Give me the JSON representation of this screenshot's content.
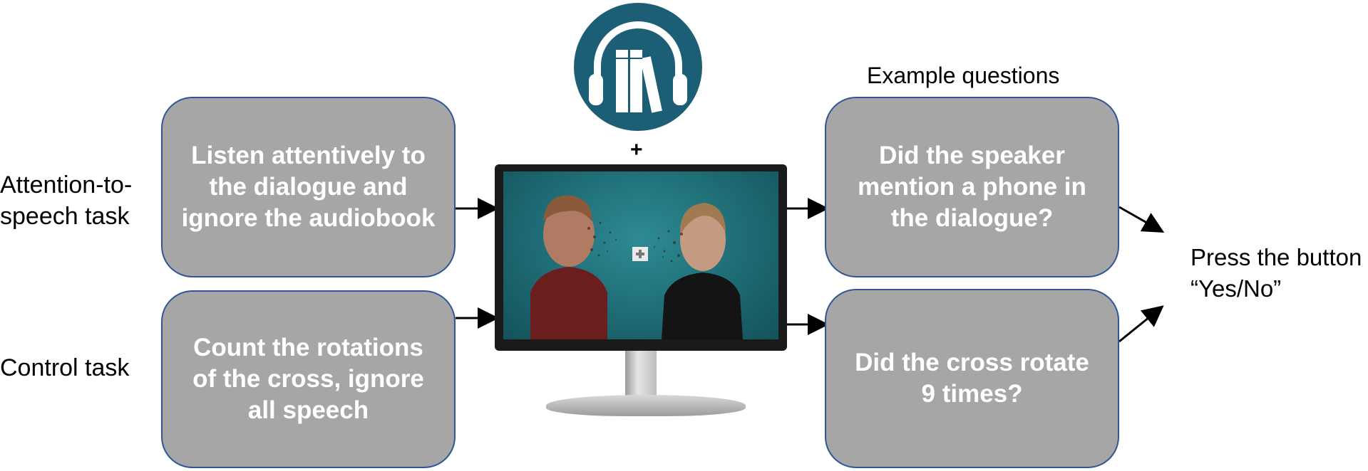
{
  "labels": {
    "attention_task": "Attention-to-speech task",
    "control_task": "Control task",
    "example_questions": "Example questions",
    "response": "Press the button “Yes/No”",
    "plus": "+"
  },
  "instructions": {
    "attention": "Listen attentively to the dialogue and ignore the audiobook",
    "control": "Count the rotations of the cross, ignore all speech"
  },
  "questions": {
    "attention": "Did the speaker mention a phone in the dialogue?",
    "control": "Did the cross rotate 9 times?"
  },
  "icons": {
    "audiobook": "headphones-books-icon",
    "display": "monitor-icon"
  },
  "colors": {
    "box_fill": "#a6a6a6",
    "box_border": "#2f5597",
    "audiobook_circle": "#1b5e75",
    "screen_bg": "#1e6b74"
  }
}
